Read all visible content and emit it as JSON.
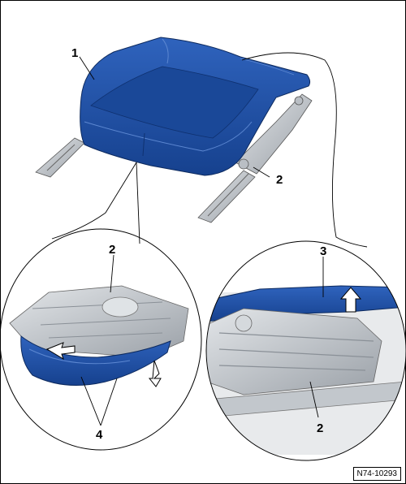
{
  "callouts": {
    "c1": "1",
    "c2_top": "2",
    "c2_left": "2",
    "c3": "3",
    "c4": "4",
    "c2_right": "2"
  },
  "reference": "N74-10293",
  "colors": {
    "cushion": "#1e4fa3",
    "cushion_dark": "#143a80",
    "frame": "#c9cdd2",
    "frame_dark": "#8e949b",
    "line": "#000000"
  }
}
